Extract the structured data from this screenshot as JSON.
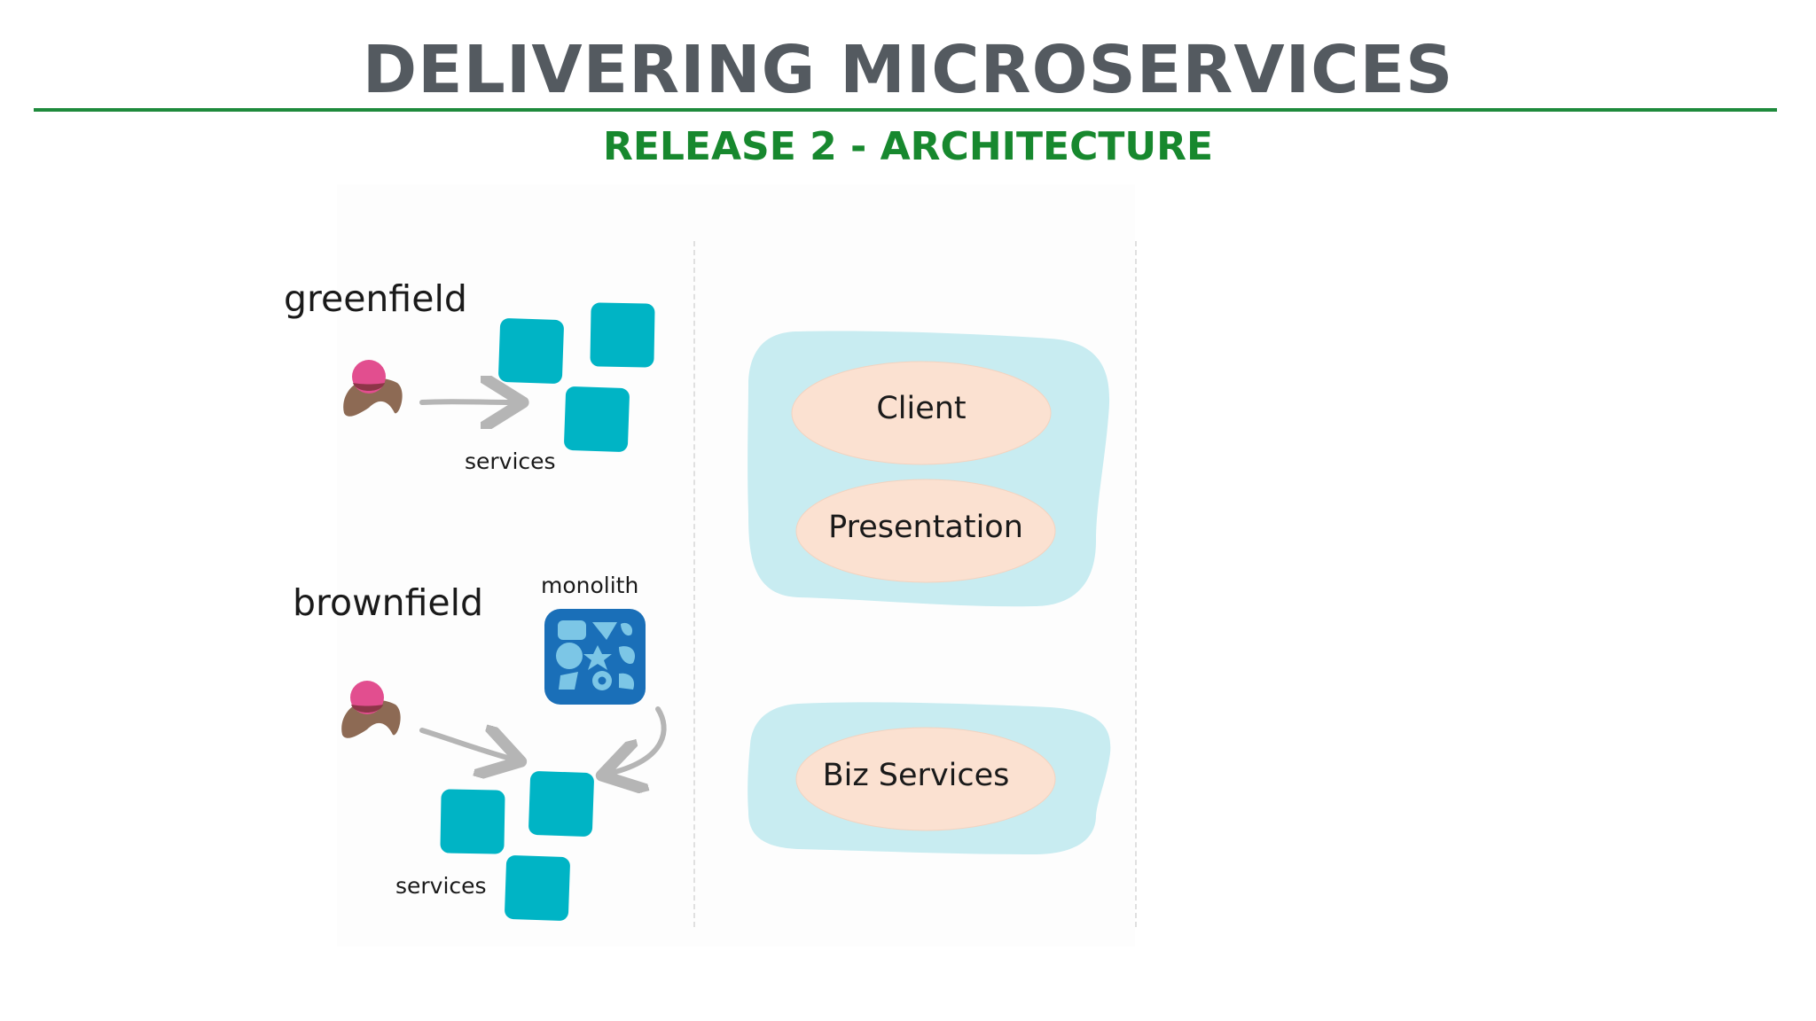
{
  "header": {
    "title": "DELIVERING MICROSERVICES",
    "subtitle": "RELEASE 2 - ARCHITECTURE"
  },
  "left": {
    "greenfield": {
      "label": "greenfield",
      "services_label": "services"
    },
    "brownfield": {
      "label": "brownfield",
      "monolith_label": "monolith",
      "services_label": "services"
    }
  },
  "architecture": {
    "layers": [
      {
        "label": "Client"
      },
      {
        "label": "Presentation"
      },
      {
        "label": "Biz Services"
      }
    ]
  },
  "colors": {
    "title": "#545a60",
    "accent_green": "#17882e",
    "service_teal": "#00b4c5",
    "monolith_blue": "#1a6fb8",
    "container_light": "#c8ecf1",
    "oval_peach": "#fbe1d1",
    "person_pink": "#e24e8f",
    "person_brown": "#8d6a54",
    "arrow_gray": "#b5b5b5"
  },
  "icons": {
    "person": "person-icon",
    "service": "service-block-icon",
    "monolith": "monolith-icon",
    "arrow": "arrow-icon"
  }
}
